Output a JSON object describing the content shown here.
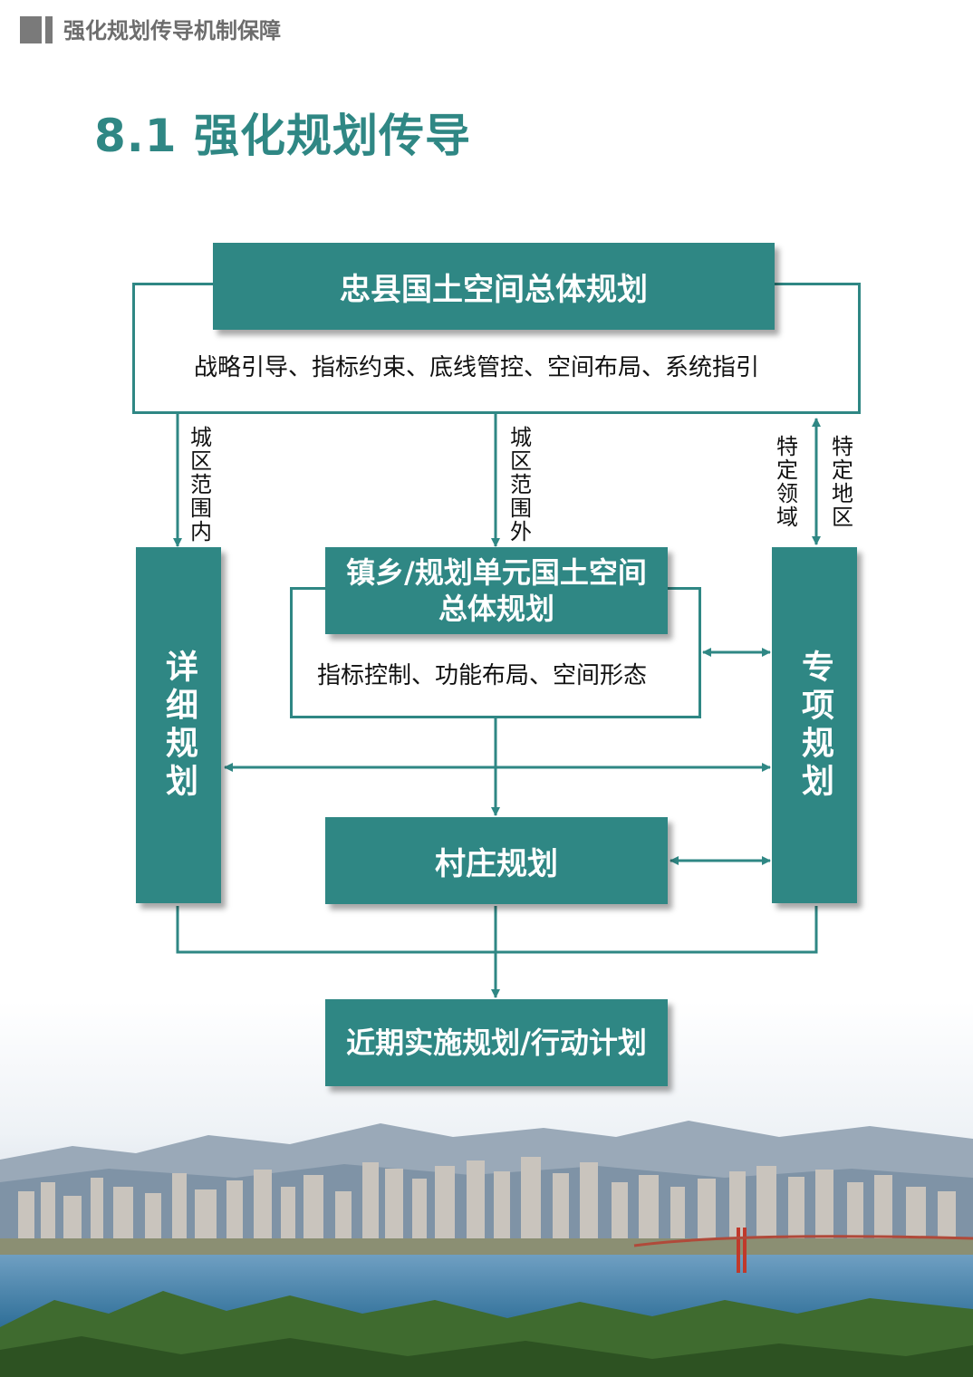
{
  "header": {
    "title": "强化规划传导机制保障"
  },
  "page_title": "8.1 强化规划传导",
  "diagram": {
    "county_plan": "忠县国土空间总体规划",
    "county_functions": "战略引导、指标约束、底线管控、空间布局、系统指引",
    "label_urban_inside": "城区范围内",
    "label_urban_outside": "城区范围外",
    "label_special_domain": "特定领域",
    "label_special_area": "特定地区",
    "town_plan": "镇乡/规划单元国土空间总体规划",
    "town_functions": "指标控制、功能布局、空间形态",
    "detailed_plan": "详细规划",
    "special_plan": "专项规划",
    "village_plan": "村庄规划",
    "near_term_plan": "近期实施规划/行动计划"
  },
  "colors": {
    "accent": "#2f8784",
    "header_gray": "#7a7a7a"
  }
}
